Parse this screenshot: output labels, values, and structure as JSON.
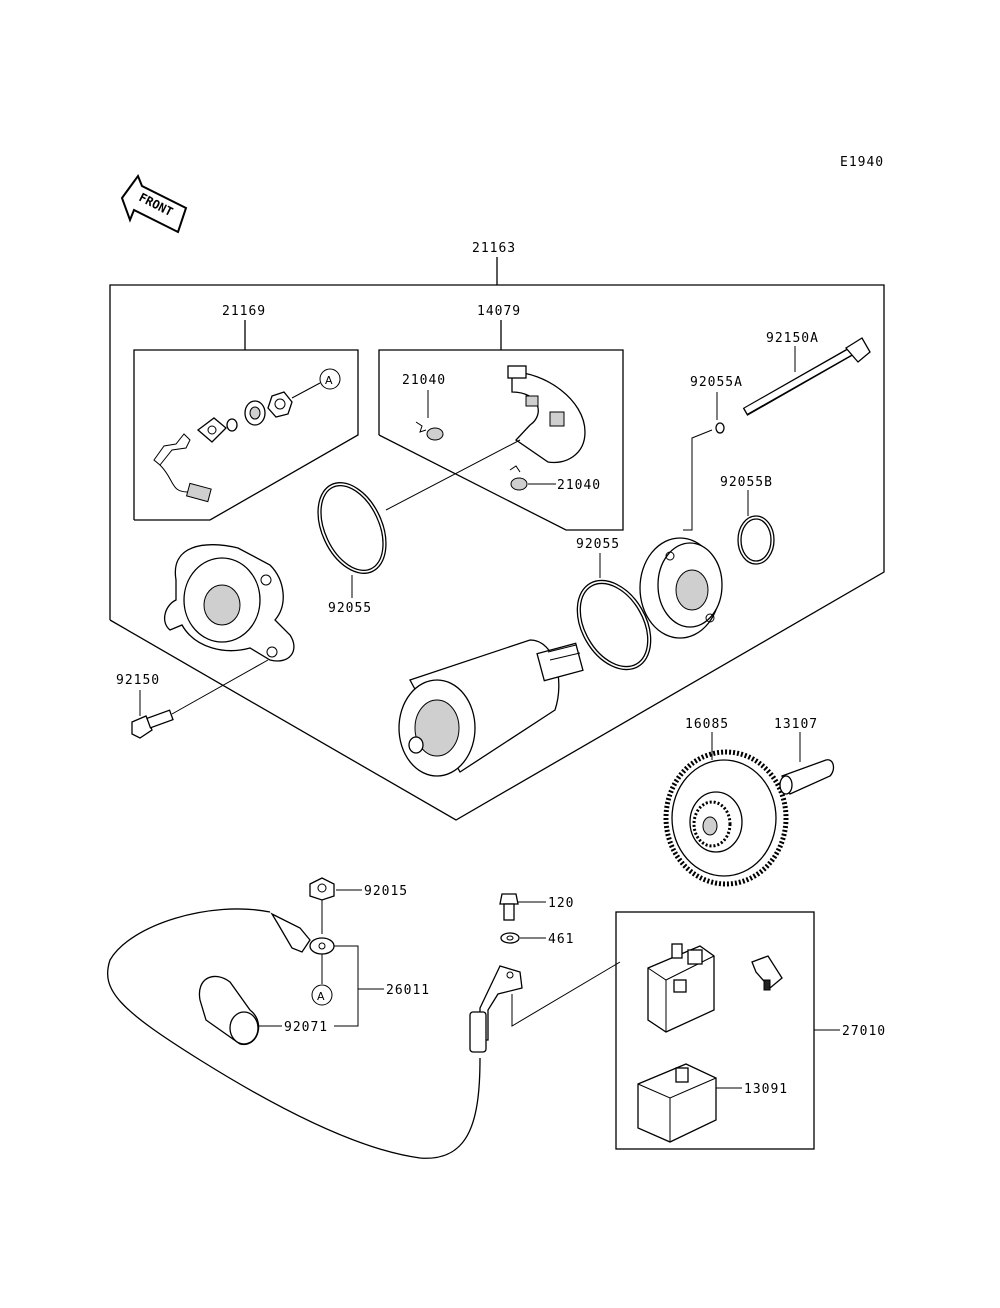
{
  "diagram": {
    "code": "E1940",
    "front_label": "FRONT",
    "ref_marker": "A",
    "labels": {
      "p21163": "21163",
      "p21169": "21169",
      "p14079": "14079",
      "p21040a": "21040",
      "p21040b": "21040",
      "p92150A": "92150A",
      "p92055A": "92055A",
      "p92055B": "92055B",
      "p92055a": "92055",
      "p92055b": "92055",
      "p92150": "92150",
      "p16085": "16085",
      "p13107": "13107",
      "p92015": "92015",
      "p120": "120",
      "p461": "461",
      "p26011": "26011",
      "p92071": "92071",
      "p27010": "27010",
      "p13091": "13091"
    }
  }
}
